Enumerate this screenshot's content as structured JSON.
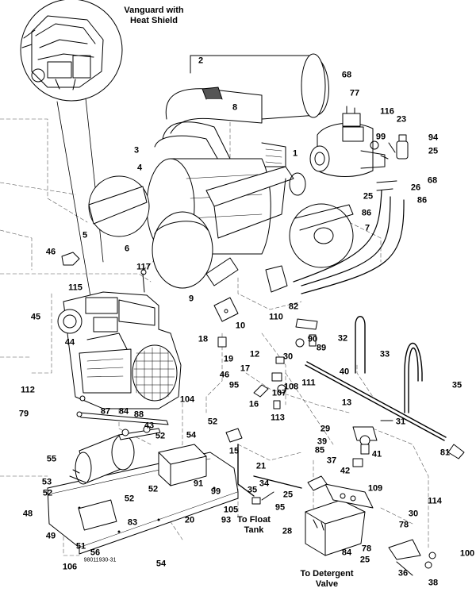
{
  "diagram": {
    "inset_caption": "Vanguard with\nHeat Shield",
    "document_number": "98011930-31",
    "captions": {
      "float_tank": "To Float\nTank",
      "detergent_valve": "To Detergent\nValve"
    },
    "part_callouts": {
      "p2": "2",
      "p68a": "68",
      "p8": "8",
      "p77": "77",
      "p116": "116",
      "p23": "23",
      "p94": "94",
      "p99": "99",
      "p25a": "25",
      "p3": "3",
      "p1": "1",
      "p4": "4",
      "p68b": "68",
      "p26": "26",
      "p25b": "25",
      "p86a": "86",
      "p86b": "86",
      "p5": "5",
      "p7": "7",
      "p46a": "46",
      "p6": "6",
      "p117": "117",
      "p115": "115",
      "p9": "9",
      "p82": "82",
      "p45": "45",
      "p10": "10",
      "p110": "110",
      "p90": "90",
      "p89": "89",
      "p44": "44",
      "p18": "18",
      "p32": "32",
      "p12": "12",
      "p30a": "30",
      "p33": "33",
      "p19": "19",
      "p17": "17",
      "p46b": "46",
      "p40": "40",
      "p95": "95",
      "p108": "108",
      "p111": "111",
      "p35a": "35",
      "p112": "112",
      "p16": "16",
      "p107": "107",
      "p13": "13",
      "p104": "104",
      "p113": "113",
      "p79": "79",
      "p87": "87",
      "p84a": "84",
      "p88": "88",
      "p52a": "52",
      "p31": "31",
      "p43": "43",
      "p29": "29",
      "p54a": "54",
      "p39": "39",
      "p52b": "52",
      "p15": "15",
      "p81": "81",
      "p41": "41",
      "p55": "55",
      "p21": "21",
      "p85": "85",
      "p37": "37",
      "p42": "42",
      "p53": "53",
      "p52c": "52",
      "p52d": "52",
      "p34": "34",
      "p91": "91",
      "p99b": "99",
      "p109": "109",
      "p35b": "35",
      "p52e": "52",
      "p25c": "25",
      "p105": "105",
      "p30b": "30",
      "p114": "114",
      "p48": "48",
      "p83": "83",
      "p20": "20",
      "p93": "93",
      "p95b": "95",
      "p78a": "78",
      "p28": "28",
      "p49": "49",
      "p51": "51",
      "p56": "56",
      "p84b": "84",
      "p78b": "78",
      "p100": "100",
      "p25d": "25",
      "p106": "106",
      "p54b": "54",
      "p36": "36",
      "p38": "38"
    }
  }
}
